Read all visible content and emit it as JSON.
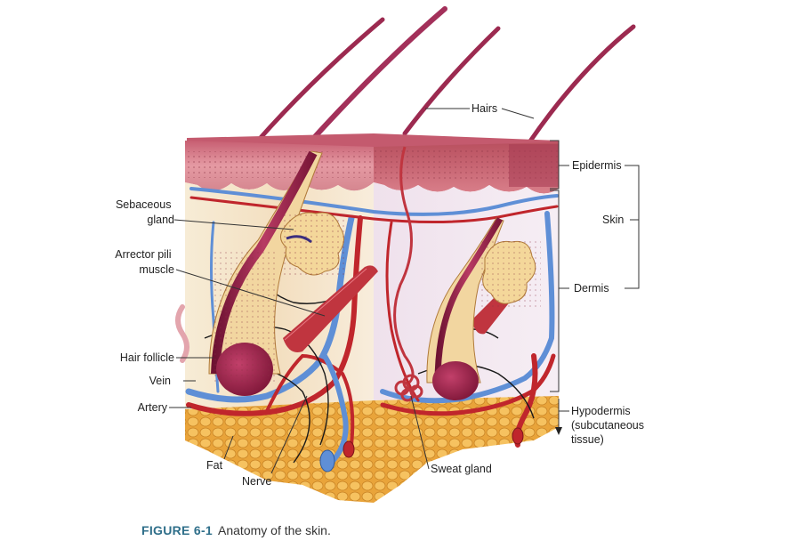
{
  "labels": {
    "hairs": "Hairs",
    "epidermis": "Epidermis",
    "skin": "Skin",
    "dermis": "Dermis",
    "hypodermis": [
      "Hypodermis",
      "(subcutaneous",
      "tissue)"
    ],
    "sebaceous_gland": [
      "Sebaceous",
      "gland"
    ],
    "arrector_pili": [
      "Arrector pili",
      "muscle"
    ],
    "hair_follicle": "Hair follicle",
    "vein": "Vein",
    "artery": "Artery",
    "fat": "Fat",
    "nerve": "Nerve",
    "sweat_gland": "Sweat gland"
  },
  "caption": {
    "figure": "FIGURE 6-1",
    "title": "Anatomy of the skin."
  },
  "colors": {
    "epidermis": "#d8838f",
    "dermis": "#f4e3c6",
    "fat": "#f0b64a",
    "artery": "#c0262c",
    "vein": "#5f8fd6",
    "hair": "#8c1d45",
    "nerve": "#1a1a1a",
    "caption_accent": "#2f6f8a"
  }
}
